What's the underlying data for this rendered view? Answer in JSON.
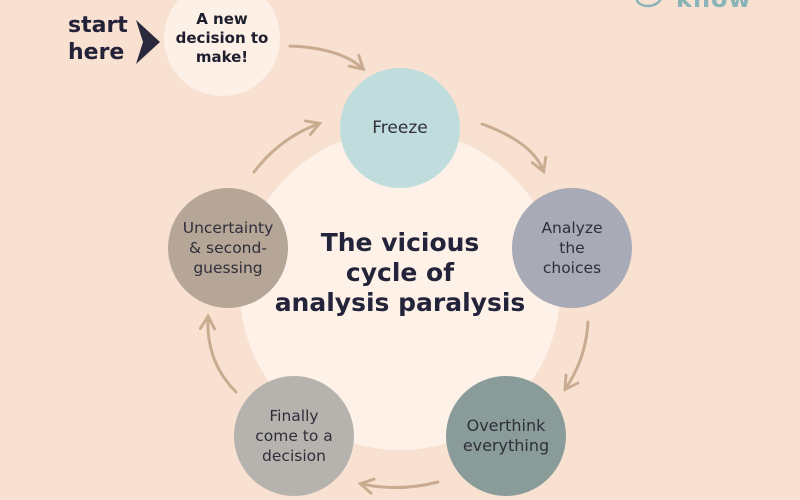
{
  "start": {
    "label": "start\nhere",
    "text": "A new\ndecision to\nmake!"
  },
  "center": {
    "title": "The vicious\ncycle of\nanalysis paralysis"
  },
  "steps": [
    {
      "label": "Freeze"
    },
    {
      "label": "Analyze\nthe\nchoices"
    },
    {
      "label": "Overthink\neverything"
    },
    {
      "label": "Finally\ncome to a\ndecision"
    },
    {
      "label": "Uncertainty\n& second-\nguessing"
    }
  ],
  "logo": {
    "text": "know"
  },
  "colors": {
    "background": "#f9e1d2",
    "arrow": "#c9ab90",
    "freeze": "#c0dcdc",
    "analyze": "#a8aab6",
    "overthink": "#899c99",
    "decision": "#b6b2ae",
    "uncertainty": "#b6a698"
  }
}
